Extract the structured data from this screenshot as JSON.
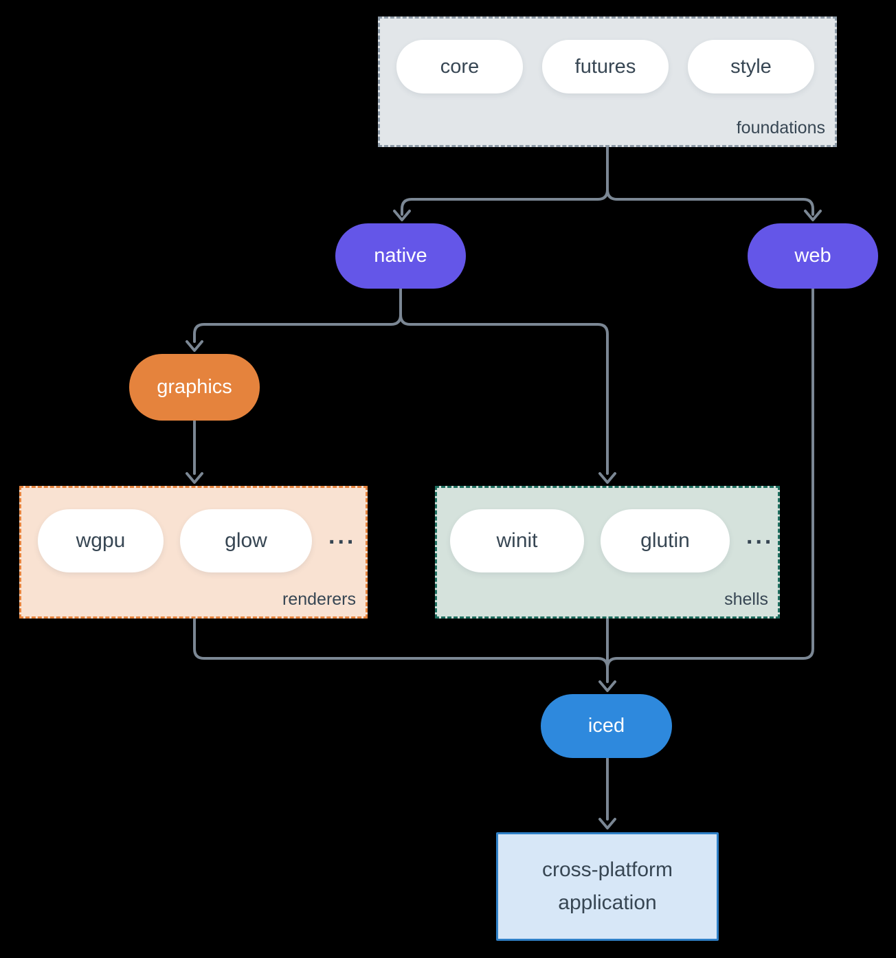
{
  "diagram": {
    "groups": {
      "foundations": {
        "label": "foundations",
        "pills": [
          "core",
          "futures",
          "style"
        ]
      },
      "renderers": {
        "label": "renderers",
        "pills": [
          "wgpu",
          "glow"
        ],
        "ellipsis": "..."
      },
      "shells": {
        "label": "shells",
        "pills": [
          "winit",
          "glutin"
        ],
        "ellipsis": "..."
      }
    },
    "nodes": {
      "native": {
        "label": "native"
      },
      "web": {
        "label": "web"
      },
      "graphics": {
        "label": "graphics"
      },
      "iced": {
        "label": "iced"
      }
    },
    "app": {
      "line1": "cross-platform",
      "line2": "application"
    },
    "colors": {
      "background": "#000000",
      "connector": "#7b8794",
      "purple": "#6456e8",
      "orange": "#e5833d",
      "blue": "#2e89dd",
      "text_dark": "#374653",
      "foundations_fill": "#e2e6e9",
      "foundations_border": "#8d9aa7",
      "renderers_fill": "#f9e2d2",
      "renderers_border": "#e5833d",
      "shells_fill": "#d5e2dc",
      "shells_border": "#1e6e5f",
      "app_fill": "#d7e7f7",
      "app_border": "#2f80c7"
    }
  }
}
